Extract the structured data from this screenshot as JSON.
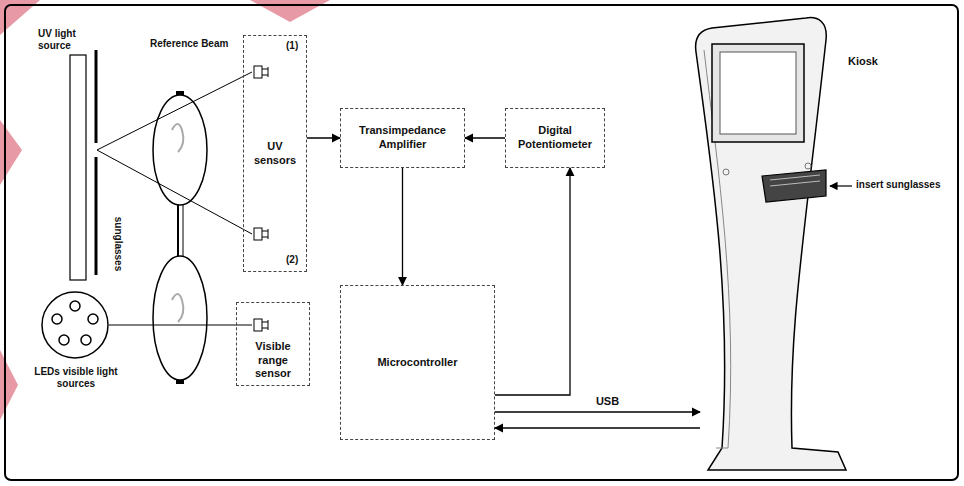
{
  "diagram": {
    "nodes": [
      {
        "text": [
          "UV sensors"
        ]
      },
      {
        "text": [
          "Visible range sensor"
        ]
      },
      {
        "text": [
          "Transimpedance Amplifier"
        ]
      },
      {
        "text": [
          "Digital Potentiometer"
        ]
      },
      {
        "text": [
          "Microcontroller"
        ]
      },
      {
        "text": [
          "Kiosk"
        ]
      }
    ],
    "edges": [
      {
        "from": 0,
        "to": 2,
        "arrow": "to"
      },
      {
        "from": 3,
        "to": 2,
        "arrow": "to"
      },
      {
        "from": 2,
        "to": 4,
        "arrow": "to"
      },
      {
        "from": 4,
        "to": 3,
        "arrow": "to"
      },
      {
        "from": 4,
        "to": 5,
        "arrow": "to",
        "label": "USB"
      },
      {
        "from": 5,
        "to": 4,
        "arrow": "to"
      }
    ],
    "labels": [
      "UV light source",
      "Reference Beam",
      "(1)",
      "(2)",
      "sunglasses",
      "LEDs visible light sources",
      "insert sunglasses"
    ]
  }
}
